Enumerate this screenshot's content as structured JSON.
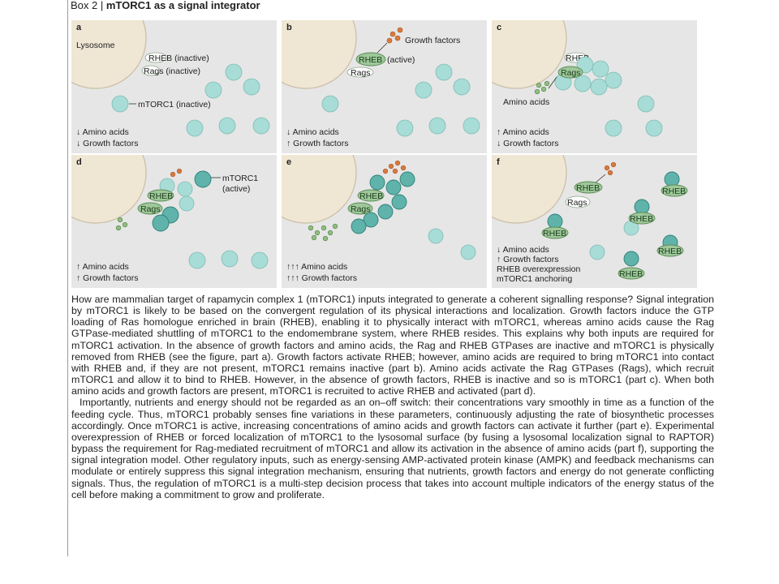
{
  "box_number": "Box 2 | ",
  "box_title": "mTORC1 as a signal integrator",
  "colors": {
    "panel_bg": "#e6e6e6",
    "lysosome": "#efe6d3",
    "mtorc1_fill": "#a8dcd6",
    "mtorc1_active": "#5fb3ab",
    "rheb_fill": "#c7e0bf",
    "growth_factor": "#d97a3c",
    "amino_acid": "#8fbf7f"
  },
  "panels": {
    "a": {
      "label": "a",
      "lysosome": "Lysosome",
      "rheb": "RHEB (inactive)",
      "rags": "Rags (inactive)",
      "mtorc1": "mTORC1 (inactive)",
      "aa": "↓ Amino acids",
      "gf": "↓ Growth factors"
    },
    "b": {
      "label": "b",
      "gf_label": "Growth factors",
      "rheb": "RHEB",
      "rheb_state": "(active)",
      "rags": "Rags",
      "aa": "↓ Amino acids",
      "gf": "↑ Growth factors"
    },
    "c": {
      "label": "c",
      "rheb": "RHEB",
      "rags": "Rags",
      "aa_label": "Amino acids",
      "aa": "↑ Amino acids",
      "gf": "↓ Growth factors"
    },
    "d": {
      "label": "d",
      "mtorc1": "mTORC1",
      "mtorc1_state": "(active)",
      "rheb": "RHEB",
      "rags": "Rags",
      "aa": "↑ Amino acids",
      "gf": "↑ Growth factors"
    },
    "e": {
      "label": "e",
      "rheb": "RHEB",
      "rags": "Rags",
      "aa": "↑↑↑ Amino acids",
      "gf": "↑↑↑ Growth factors"
    },
    "f": {
      "label": "f",
      "rheb": "RHEB",
      "rags": "Rags",
      "aa": "↓ Amino acids",
      "gf": "↑ Growth factors",
      "note1": "RHEB overexpression",
      "note2": "mTORC1 anchoring"
    }
  },
  "paragraphs": [
    "How are mammalian target of rapamycin complex 1 (mTORC1) inputs integrated to generate a coherent signalling response? Signal integration by mTORC1 is likely to be based on the convergent regulation of its physical interactions and localization. Growth factors induce the GTP loading of Ras homologue enriched in brain (RHEB), enabling it to physically interact with mTORC1, whereas amino acids cause the Rag GTPase-mediated shuttling of mTORC1 to the endomembrane system, where RHEB resides. This explains why both inputs are required for mTORC1 activation. In the absence of growth factors and amino acids, the Rag and RHEB GTPases are inactive and mTORC1 is physically removed from RHEB (see the figure, part a). Growth factors activate RHEB; however, amino acids are required to bring mTORC1 into contact with RHEB and, if they are not present, mTORC1 remains inactive (part b). Amino acids activate the Rag GTPases (Rags), which recruit mTORC1 and allow it to bind to RHEB. However, in the absence of growth factors, RHEB is inactive and so is mTORC1 (part c). When both amino acids and growth factors are present, mTORC1 is recruited to active RHEB and activated (part d).",
    "Importantly, nutrients and energy should not be regarded as an on–off switch: their concentrations vary smoothly in time as a function of the feeding cycle. Thus, mTORC1 probably senses fine variations in these parameters, continuously adjusting the rate of biosynthetic processes accordingly. Once mTORC1 is active, increasing concentrations of amino acids and growth factors can activate it further (part e). Experimental overexpression of RHEB or forced localization of mTORC1 to the lysosomal surface (by fusing a lysosomal localization signal to RAPTOR) bypass the requirement for Rag-mediated recruitment of mTORC1 and allow its activation in the absence of amino acids (part f), supporting the signal integration model. Other regulatory inputs, such as energy-sensing AMP-activated protein kinase (AMPK) and feedback mechanisms can modulate or entirely suppress this signal integration mechanism, ensuring that nutrients, growth factors and energy do not generate conflicting signals. Thus, the regulation of mTORC1 is a multi-step decision process that takes into account multiple indicators of the energy status of the cell before making a commitment to grow and proliferate."
  ]
}
